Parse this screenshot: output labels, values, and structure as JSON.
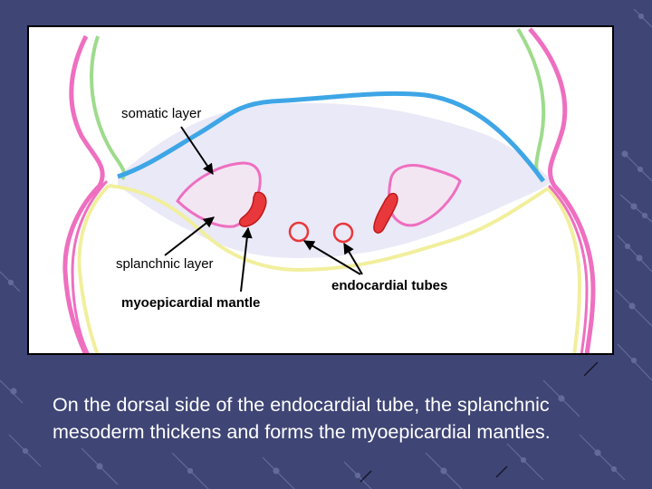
{
  "slide": {
    "background_color": "#3f4575",
    "pattern_color": "#6a72a0",
    "caption": "On the dorsal side of the endocardial tube, the splanchnic mesoderm thickens and forms the myoepicardial mantles."
  },
  "diagram": {
    "labels": {
      "somatic_layer": "somatic layer",
      "splanchnic_layer": "splanchnic layer",
      "endocardial_tubes": "endocardial tubes",
      "myoepicardial_mantle": "myoepicardial mantle"
    },
    "colors": {
      "ectoderm_pink": "#ee6fc0",
      "somatic_green": "#9edb8c",
      "endoderm_blue": "#3ea6e6",
      "splanchnic_yellow": "#f1ef9c",
      "cavity_fill": "#eae9f7",
      "mantle_red": "#e8383c",
      "arrow": "#000000"
    }
  }
}
